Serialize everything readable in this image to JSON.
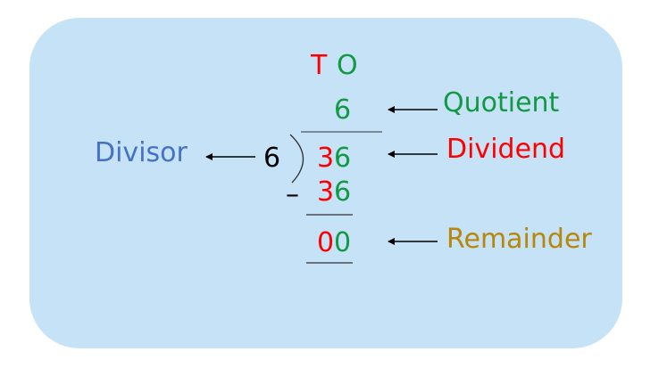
{
  "place_values": {
    "tens": "T",
    "ones": "O"
  },
  "quotient": {
    "value": "6",
    "label": "Quotient"
  },
  "divisor": {
    "value": "6",
    "label": "Divisor"
  },
  "dividend": {
    "tens_digit": "3",
    "ones_digit": "6",
    "label": "Dividend"
  },
  "subtraction": {
    "minus_sign": "–",
    "tens_digit": "3",
    "ones_digit": "6"
  },
  "remainder": {
    "tens_digit": "0",
    "ones_digit": "0",
    "label": "Remainder"
  },
  "colors": {
    "panel": "#c5e2f6",
    "tens": "#ff0000",
    "ones": "#119944",
    "divisor_label": "#4472c4",
    "dividend_label": "#ff0000",
    "quotient_label": "#119944",
    "remainder_label": "#b8860b"
  }
}
